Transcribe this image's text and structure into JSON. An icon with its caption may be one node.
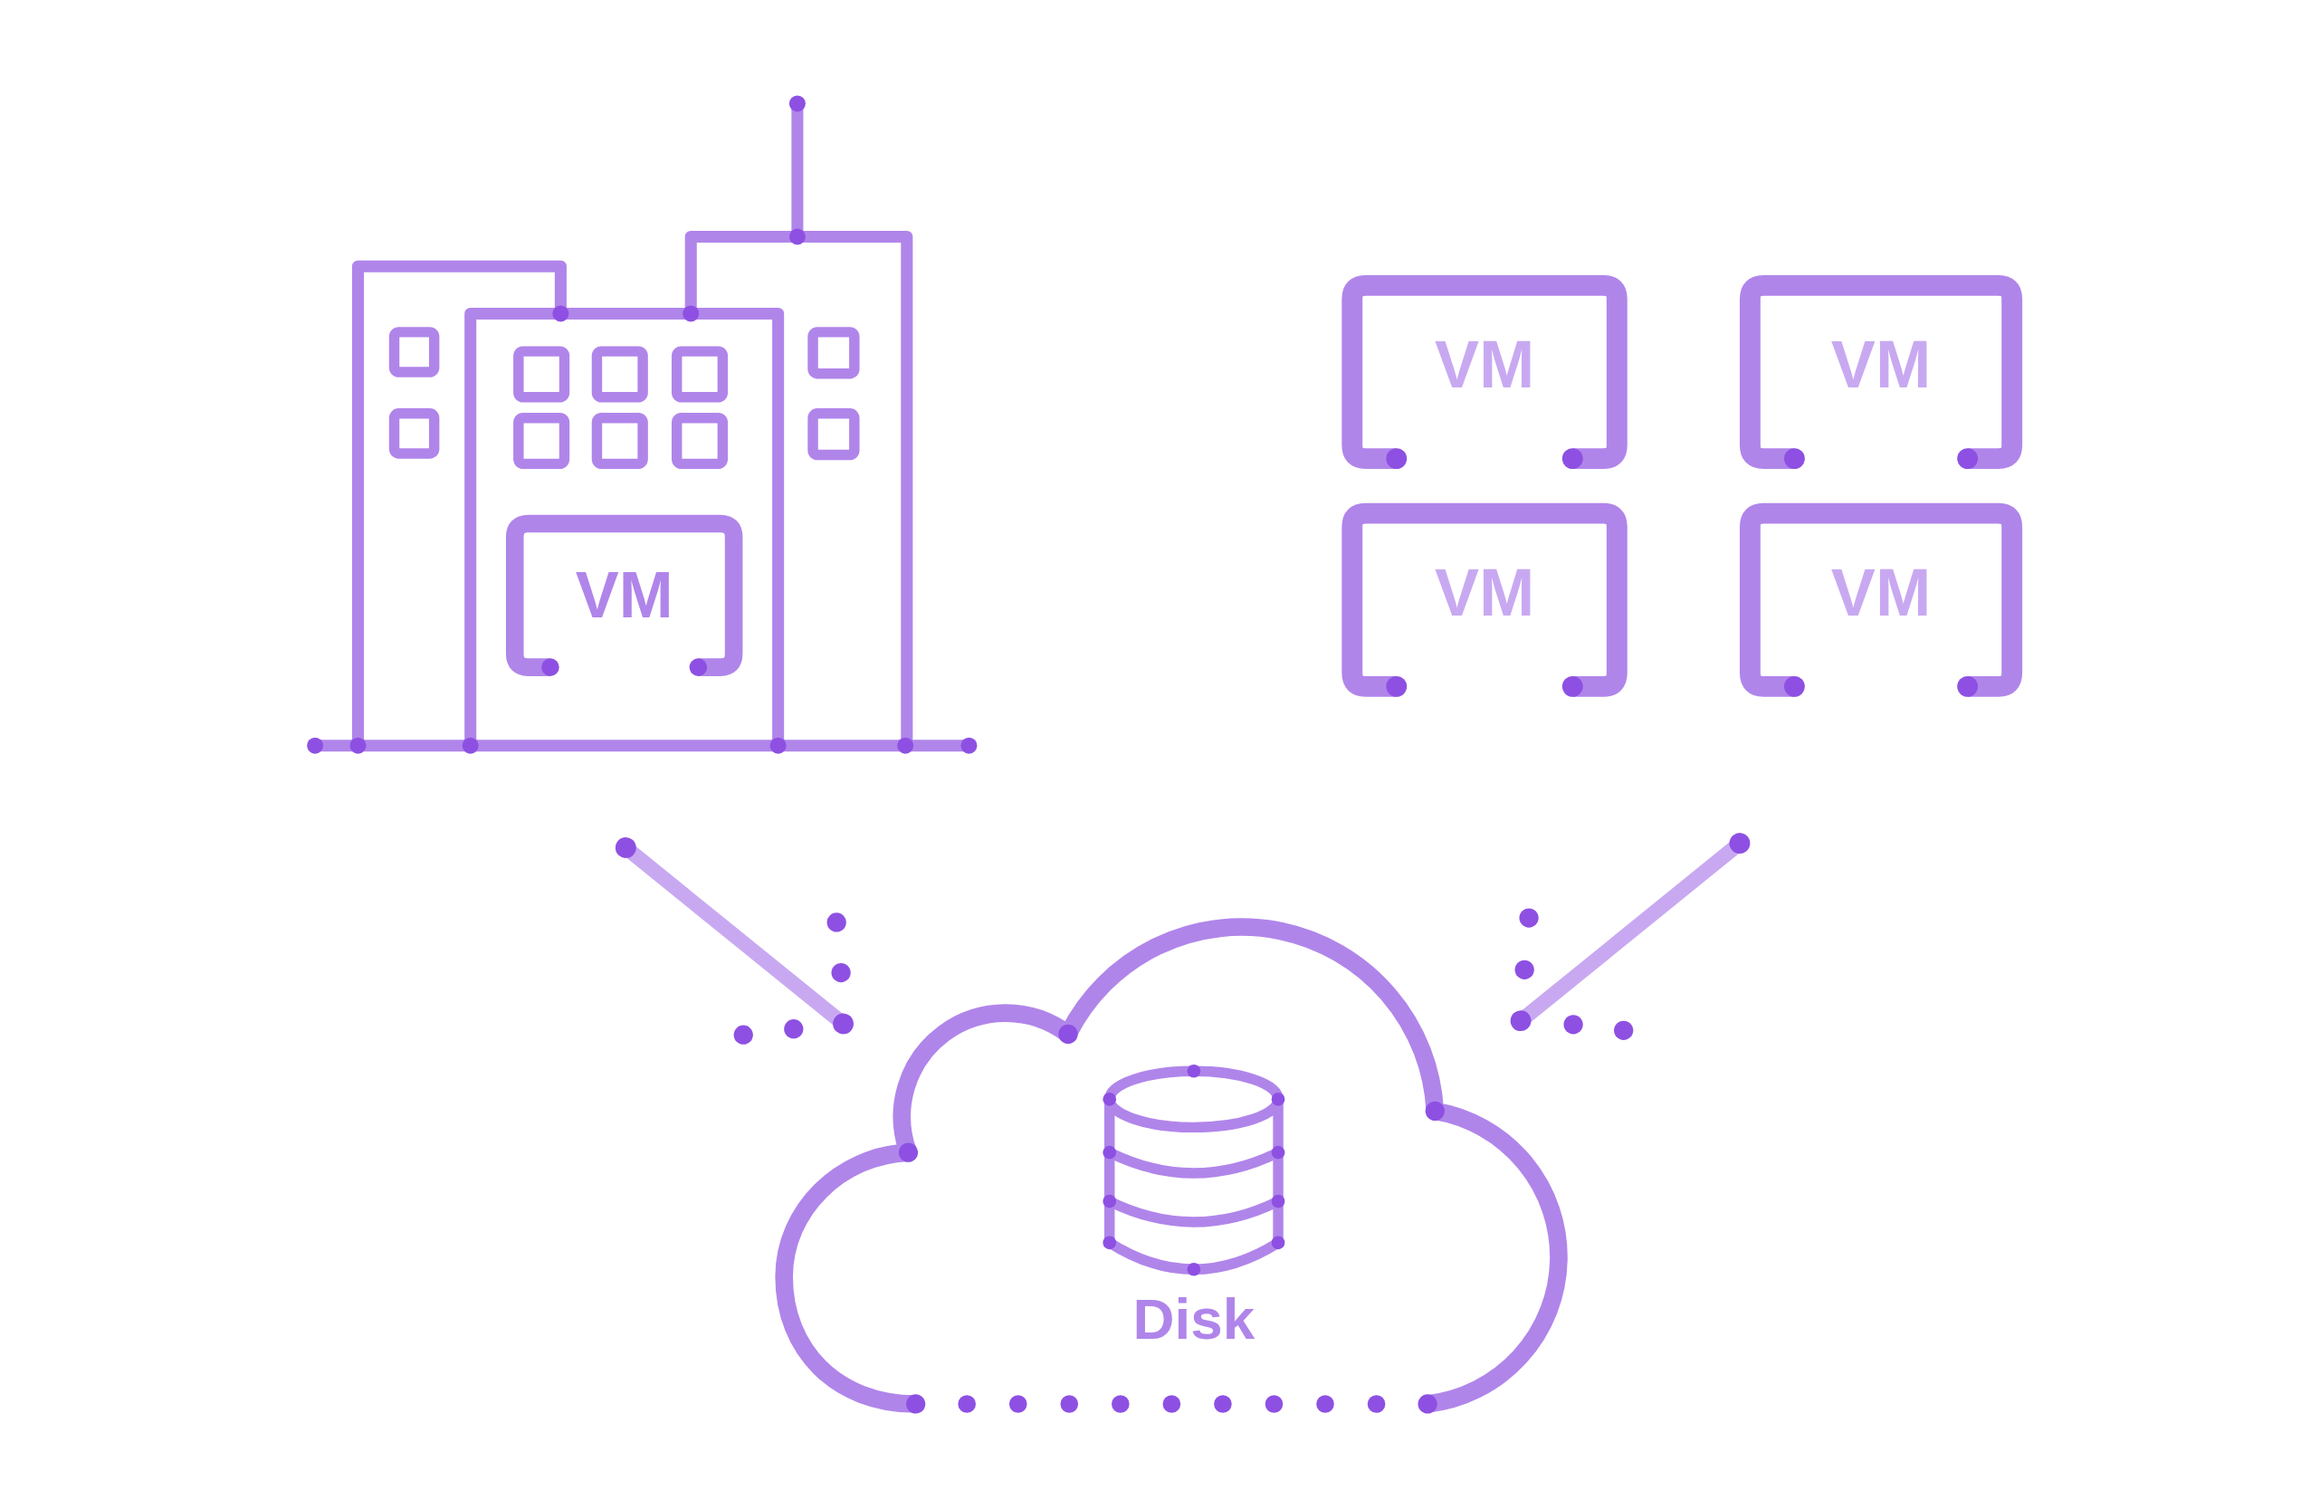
{
  "diagram": {
    "nodes": [
      {
        "text": [],
        "shape": "picture"
      },
      {
        "text": [
          "VM"
        ],
        "in": 0
      },
      {
        "text": [
          "VM"
        ]
      },
      {
        "text": [
          "VM"
        ]
      },
      {
        "text": [
          "VM"
        ]
      },
      {
        "text": [
          "VM"
        ]
      },
      {
        "text": [],
        "shape": "cloud"
      },
      {
        "text": [
          "Disk"
        ],
        "in": 6
      }
    ],
    "edges": [
      {
        "from": 0,
        "to": 6,
        "arrow": "other"
      },
      {
        "from": 5,
        "to": 6,
        "arrow": "other"
      }
    ]
  }
}
